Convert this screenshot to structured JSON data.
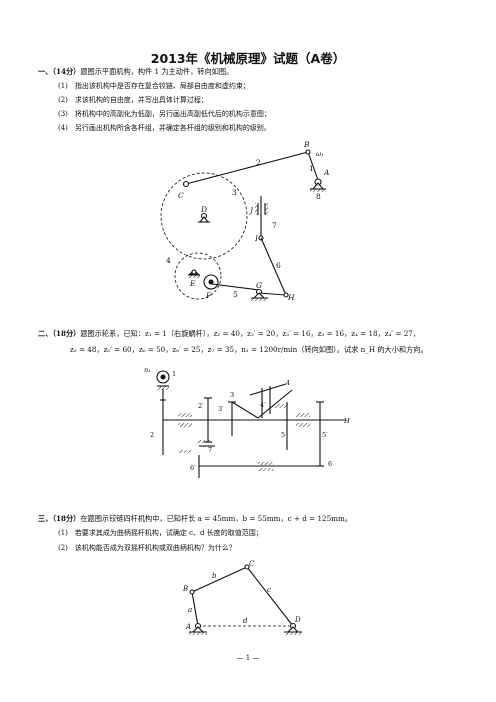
{
  "title": "2013年《机械原理》试题（A卷）",
  "q1": {
    "head": "一、（14分）",
    "text": "题图示平面机构，构件 1 为主动件，转向如图。",
    "items": [
      "(1)　指出该机构中是否存在复合铰链、局部自由度和虚约束；",
      "(2)　求该机构的自由度，并写出具体计算过程；",
      "(3)　将机构中的高副化为低副，另行画出高副低代后的机构示意图；",
      "(4)　另行画出机构所含各杆组，并确定各杆组的级别和机构的级别。"
    ],
    "labels": {
      "B": "B",
      "w1": "ω₁",
      "A": "A",
      "n1": "1",
      "n2": "2",
      "n3": "3",
      "C": "C",
      "D": "D",
      "J": "J",
      "n7": "7",
      "I": "I",
      "n6": "6",
      "n4": "4",
      "E": "E",
      "G": "G",
      "F": "F",
      "n5": "5",
      "H": "H",
      "n8": "8"
    }
  },
  "q2": {
    "head": "二、（18分）",
    "line1": "题图示轮系，已知：z₁ = 1（右旋蜗杆），z₂ = 40，z₂′ = 20，z₃′ = 16，z₃ = 16，z₄ = 18，z₄′ = 27，",
    "line2": "z₅ = 48，z₅′ = 60，z₆ = 50，z₆′ = 25，z₇ = 35，n₁ = 1200r/min（转向如图）。试求 n_H 的大小和方向。",
    "labels": {
      "n1": "n₁",
      "g1": "1",
      "g2": "2",
      "g2p": "2′",
      "g3p": "3′",
      "g3": "3",
      "g4": "4",
      "g4p": "4′",
      "H": "H",
      "g5": "5",
      "g5p": "5′",
      "g6": "6",
      "g6p": "6′",
      "g7": "7"
    }
  },
  "q3": {
    "head": "三、（18分）",
    "text": "在题图示铰链四杆机构中，已知杆长 a = 45mm，b = 55mm，c + d = 125mm。",
    "items": [
      "(1)　若要求其成为曲柄摇杆机构，试确定 c、d 长度的取值范围；",
      "(2)　该机构能否成为双摇杆机构或双曲柄机构？为什么？"
    ],
    "labels": {
      "A": "A",
      "B": "B",
      "C": "C",
      "D": "D",
      "a": "a",
      "b": "b",
      "c": "c",
      "d": "d"
    }
  },
  "footer": "— 1 —"
}
